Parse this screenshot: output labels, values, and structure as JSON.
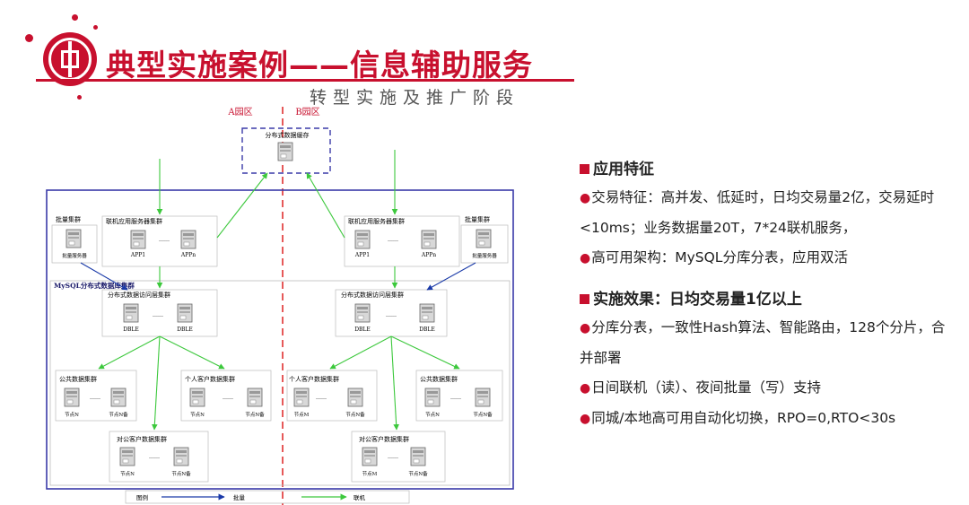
{
  "header": {
    "title": "典型实施案例——信息辅助服务",
    "subtitle": "转型实施及推广阶段"
  },
  "diagram": {
    "zone_a": "A园区",
    "zone_b": "B园区",
    "cache": {
      "label": "分布式数据缓存"
    },
    "batch_cluster": "批量集群",
    "batch_server": "批量服务器",
    "app_cluster": "联机应用服务器集群",
    "app1": "APP1",
    "appn": "APPn",
    "ellipsis": "……",
    "mysql_label": "MySQL分布式数据库集群",
    "dble_cluster": "分布式数据访问层集群",
    "dble": "DBLE",
    "public_cluster": "公共数据集群",
    "personal_cluster": "个人客户数据集群",
    "corporate_cluster": "对公客户数据集群",
    "node_n": "节点N",
    "node_n_backup": "节点N备",
    "node_m": "节点M",
    "legend": {
      "title": "图例",
      "batch": "批量",
      "online": "联机"
    }
  },
  "panel": {
    "app_features": {
      "heading": "应用特征",
      "bullets": [
        "交易特征：高并发、低延时，日均交易量2亿，交易延时<10ms；业务数据量20T，7*24联机服务，",
        "高可用架构：MySQL分库分表，应用双活"
      ]
    },
    "effects": {
      "heading": "实施效果：日均交易量1亿以上",
      "bullets": [
        "分库分表，一致性Hash算法、智能路由，128个分片，合并部署",
        "日间联机（读）、夜间批量（写）支持",
        "同城/本地高可用自动化切换，RPO=0,RTO<30s"
      ]
    }
  },
  "colors": {
    "brand_red": "#c8102e",
    "batch_arrow": "#1a3aa8",
    "online_arrow": "#3cc83c",
    "frame_blue": "#3a3aa8"
  }
}
